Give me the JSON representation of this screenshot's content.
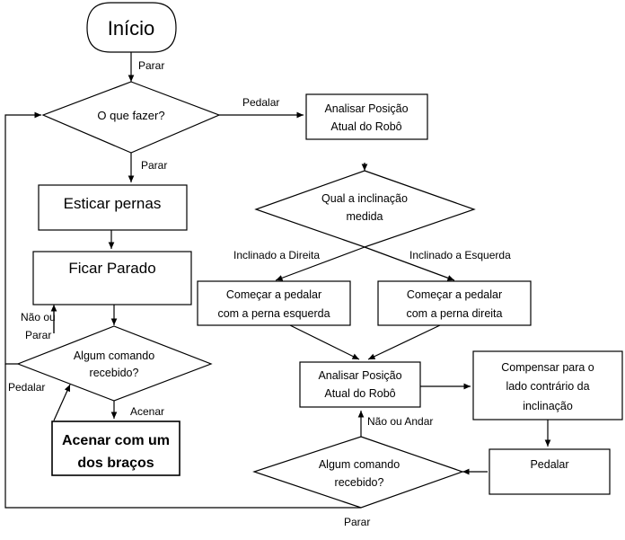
{
  "nodes": {
    "start": "Início",
    "decision_what": "O que fazer?",
    "stretch_legs": "Esticar pernas",
    "stand_still": "Ficar Parado",
    "decision_cmd1": [
      "Algum comando",
      "recebido?"
    ],
    "wave": [
      "Acenar com um",
      "dos braços"
    ],
    "analyze1": [
      "Analisar Posição",
      "Atual do Robô"
    ],
    "decision_incl": [
      "Qual a inclinação",
      "medida"
    ],
    "pedal_left": [
      "Começar a pedalar",
      "com  a perna esquerda"
    ],
    "pedal_right": [
      "Começar a pedalar",
      "com  a perna direita"
    ],
    "analyze2": [
      "Analisar Posição",
      "Atual do Robô"
    ],
    "compensate": [
      "Compensar para o",
      "lado contrário da",
      "inclinação"
    ],
    "pedal": "Pedalar",
    "decision_cmd2": [
      "Algum comando",
      "recebido?"
    ]
  },
  "edge_labels": {
    "start_to_what": "Parar",
    "what_to_stretch": "Parar",
    "what_to_analyze": "Pedalar",
    "cmd1_no_or_stop": [
      "Não ou",
      "Parar"
    ],
    "cmd1_pedal": "Pedalar",
    "cmd1_wave": "Acenar",
    "incl_right": "Inclinado a Direita",
    "incl_left": "Inclinado a Esquerda",
    "cmd2_no_or_walk": "Não ou Andar",
    "cmd2_stop": "Parar"
  }
}
